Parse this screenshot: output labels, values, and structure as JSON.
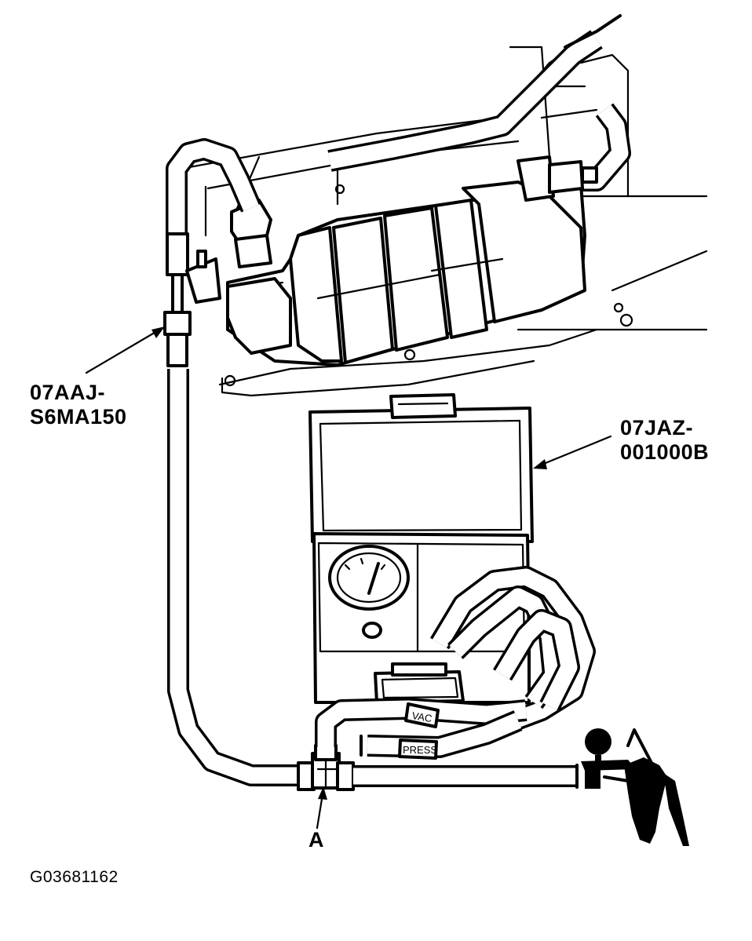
{
  "labels": {
    "adapter_part": "07AAJ-\nS6MA150",
    "tester_part": "07JAZ-\n001000B",
    "tee_point": "A",
    "figure_code": "G03681162"
  },
  "hose_tags": {
    "vac": "VAC",
    "press": "PRESS"
  }
}
